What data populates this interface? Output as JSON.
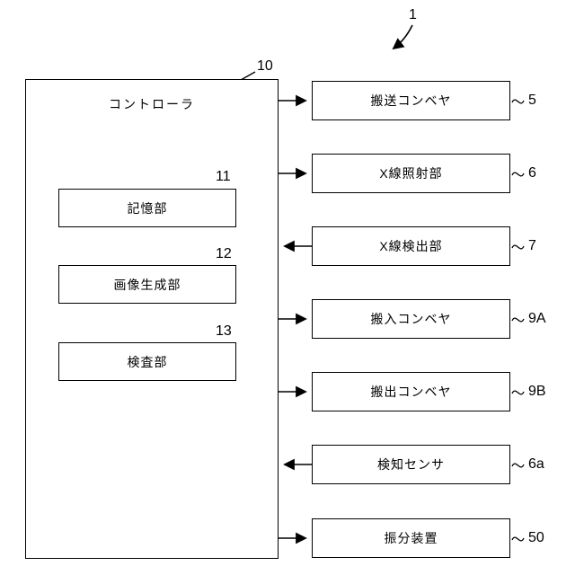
{
  "diagram": {
    "figure_ref": "1",
    "controller": {
      "label": "コントローラ",
      "ref": "10"
    },
    "inner_blocks": [
      {
        "label": "記憶部",
        "ref": "11"
      },
      {
        "label": "画像生成部",
        "ref": "12"
      },
      {
        "label": "検査部",
        "ref": "13"
      }
    ],
    "right_blocks": [
      {
        "label": "搬送コンベヤ",
        "ref": "5",
        "arrow": "controller-to-block"
      },
      {
        "label": "X線照射部",
        "ref": "6",
        "arrow": "controller-to-block"
      },
      {
        "label": "X線検出部",
        "ref": "7",
        "arrow": "block-to-controller"
      },
      {
        "label": "搬入コンベヤ",
        "ref": "9A",
        "arrow": "controller-to-block"
      },
      {
        "label": "搬出コンベヤ",
        "ref": "9B",
        "arrow": "controller-to-block"
      },
      {
        "label": "検知センサ",
        "ref": "6a",
        "arrow": "block-to-controller"
      },
      {
        "label": "振分装置",
        "ref": "50",
        "arrow": "controller-to-block"
      }
    ],
    "colors": {
      "line": "#000000",
      "background": "#ffffff"
    }
  }
}
